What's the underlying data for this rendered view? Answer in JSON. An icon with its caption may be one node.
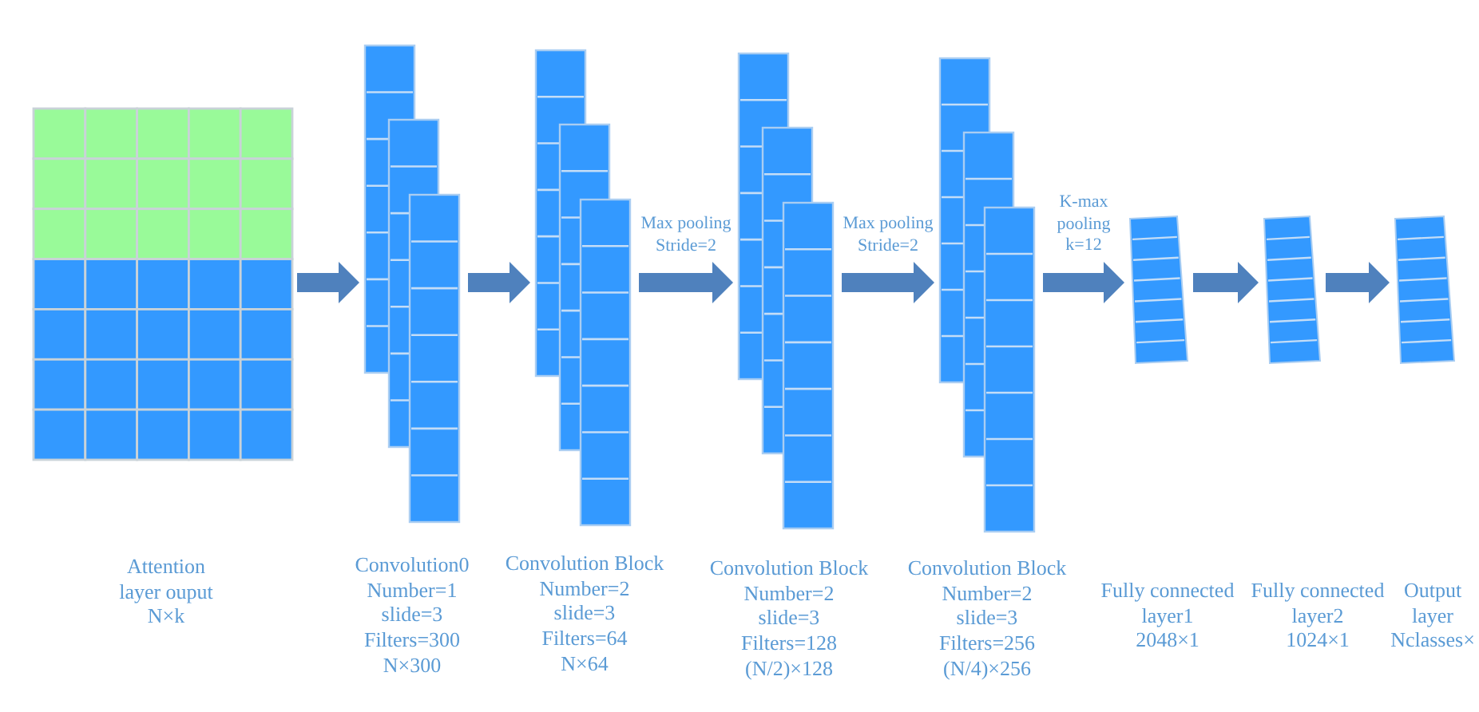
{
  "diagram": {
    "nodes": [
      {
        "text": [],
        "shape": "grid",
        "beside": [
          "Attention layer ouput",
          "N×k"
        ]
      },
      {
        "text": [],
        "shape": "stack",
        "beside": [
          "Convolution0",
          "Number=1",
          "slide=3",
          "Filters=300",
          "N×300"
        ]
      },
      {
        "text": [],
        "shape": "stack",
        "beside": [
          "Convolution Block",
          "Number=2",
          "slide=3",
          "Filters=64",
          "N×64"
        ]
      },
      {
        "text": [],
        "shape": "stack",
        "beside": [
          "Convolution Block",
          "Number=2",
          "slide=3",
          "Filters=128",
          "(N/2)×128"
        ]
      },
      {
        "text": [],
        "shape": "stack",
        "beside": [
          "Convolution Block",
          "Number=2",
          "slide=3",
          "Filters=256",
          "(N/4)×256"
        ]
      },
      {
        "text": [],
        "shape": "bar",
        "beside": [
          "Fully connected layer1",
          "2048×1"
        ]
      },
      {
        "text": [],
        "shape": "bar",
        "beside": [
          "Fully connected layer2",
          "1024×1"
        ]
      },
      {
        "text": [],
        "shape": "bar",
        "beside": [
          "Output layer",
          "Nclasses×"
        ]
      }
    ],
    "edges": [
      {
        "from": 0,
        "to": 1,
        "arrow": "to"
      },
      {
        "from": 1,
        "to": 2,
        "arrow": "to"
      },
      {
        "from": 2,
        "to": 3,
        "arrow": "to",
        "label": "Max pooling Stride=2"
      },
      {
        "from": 3,
        "to": 4,
        "arrow": "to",
        "label": "Max pooling Stride=2"
      },
      {
        "from": 4,
        "to": 5,
        "arrow": "to",
        "label": "K-max pooling k=12"
      },
      {
        "from": 5,
        "to": 6,
        "arrow": "to"
      },
      {
        "from": 6,
        "to": 7,
        "arrow": "to"
      }
    ]
  }
}
